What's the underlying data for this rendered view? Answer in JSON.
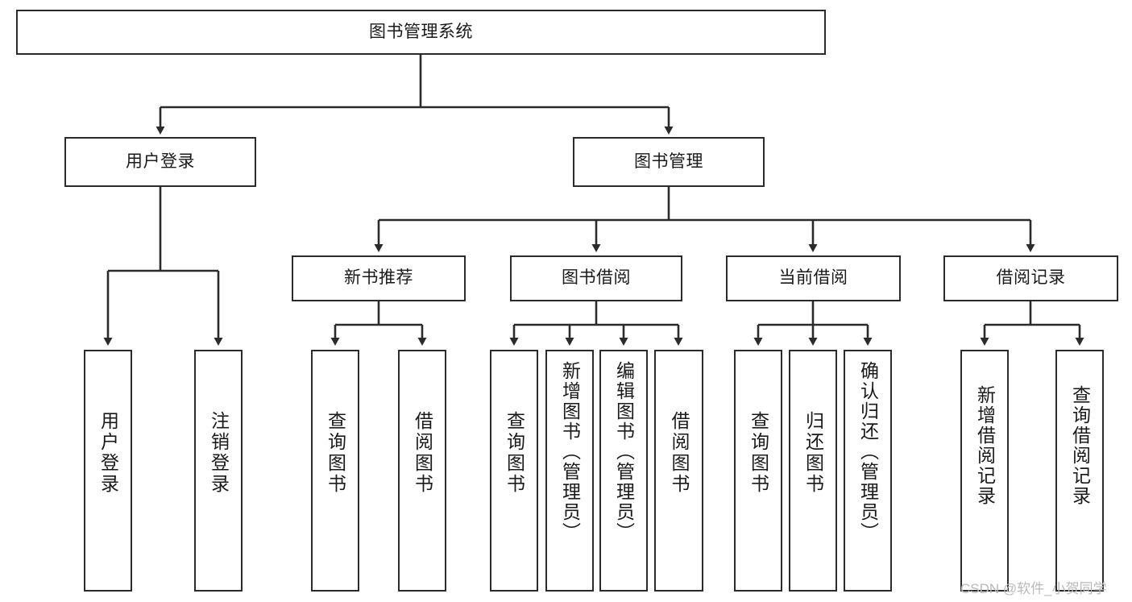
{
  "diagram": {
    "title": "图书管理系统",
    "type": "tree-hierarchy",
    "root": {
      "id": "root",
      "label": "图书管理系统"
    },
    "level1": [
      {
        "id": "user-login",
        "label": "用户登录"
      },
      {
        "id": "book-management",
        "label": "图书管理"
      }
    ],
    "level2": [
      {
        "id": "new-book-recommend",
        "label": "新书推荐",
        "parent": "book-management"
      },
      {
        "id": "book-borrow",
        "label": "图书借阅",
        "parent": "book-management"
      },
      {
        "id": "current-borrow",
        "label": "当前借阅",
        "parent": "book-management"
      },
      {
        "id": "borrow-record",
        "label": "借阅记录",
        "parent": "book-management"
      }
    ],
    "leaves": [
      {
        "id": "leaf-user-login",
        "label": "用户登录",
        "parent": "user-login"
      },
      {
        "id": "leaf-logout-login",
        "label": "注销登录",
        "parent": "user-login"
      },
      {
        "id": "leaf-query-book-1",
        "label": "查询图书",
        "parent": "new-book-recommend"
      },
      {
        "id": "leaf-borrow-book-1",
        "label": "借阅图书",
        "parent": "new-book-recommend"
      },
      {
        "id": "leaf-query-book-2",
        "label": "查询图书",
        "parent": "book-borrow"
      },
      {
        "id": "leaf-add-book",
        "label": "新增图书（管理员）",
        "parent": "book-borrow"
      },
      {
        "id": "leaf-edit-book",
        "label": "编辑图书（管理员）",
        "parent": "book-borrow"
      },
      {
        "id": "leaf-borrow-book-2",
        "label": "借阅图书",
        "parent": "book-borrow"
      },
      {
        "id": "leaf-query-book-3",
        "label": "查询图书",
        "parent": "current-borrow"
      },
      {
        "id": "leaf-return-book",
        "label": "归还图书",
        "parent": "current-borrow"
      },
      {
        "id": "leaf-confirm-return",
        "label": "确认归还（管理员）",
        "parent": "current-borrow"
      },
      {
        "id": "leaf-add-record",
        "label": "新增借阅记录",
        "parent": "borrow-record"
      },
      {
        "id": "leaf-query-record",
        "label": "查询借阅记录",
        "parent": "borrow-record"
      }
    ]
  },
  "watermark": {
    "text": "CSDN @软件_小贺同学"
  },
  "colors": {
    "border": "#2b2b2b",
    "background": "#ffffff",
    "text": "#1a1a1a",
    "watermark": "#b9b9b9"
  }
}
